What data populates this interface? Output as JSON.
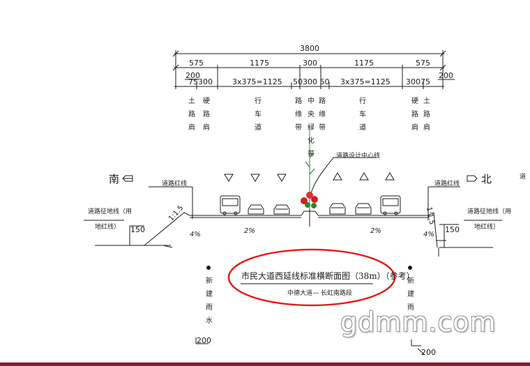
{
  "dimensions": {
    "total": "3800",
    "left_575": "575",
    "left_1175": "1175",
    "center_300": "300",
    "right_1175": "1175",
    "right_575": "575",
    "left_200": "200",
    "left_75_300": "75300",
    "left_lanes": "3x375=1125",
    "center_detail": "50300 50",
    "right_lanes": "3x375=1125",
    "right_300_75": "30075",
    "right_200": "200"
  },
  "vertical_labels": {
    "soil_shoulder_left": "土路肩",
    "hard_shoulder_left": "硬路肩",
    "lane_left": "行车道",
    "edge_strip_left": "路缘带",
    "median": "中央绿化带",
    "edge_strip_right": "路缘带",
    "lane_right": "行车道",
    "hard_shoulder_right": "硬路肩",
    "soil_shoulder_right": "土路肩"
  },
  "annotations": {
    "design_centerline": "道路设计中心线",
    "south": "南",
    "north": "北",
    "red_line_left": "道路红线",
    "red_line_right": "道路红线",
    "right_edge_partial": "道",
    "land_line_left_1": "道路征地线（用",
    "land_line_left_2": "地红线）",
    "land_line_right_1": "道路征地线（用",
    "land_line_right_2": "地红线）",
    "slope_left": "1:1.5",
    "slope_right": "1:1.5",
    "h150_left": "150",
    "h150_right": "150",
    "grade_left_shoulder": "4%",
    "grade_left_road": "2%",
    "grade_right_road": "2%",
    "grade_right_shoulder": "4%",
    "rain_left": "新建雨水",
    "rain_right": "新建雨",
    "pipe_left": "200",
    "pipe_right": "200"
  },
  "title": {
    "main": "市民大道西延线标准横断面图（38m）（参考）",
    "sub": "中德大道— 长虹南路段"
  },
  "watermark": "gdmm.com",
  "colors": {
    "line": "#1a1a1a",
    "red_highlight": "#e0201c",
    "tree_red": "#d42020",
    "tree_green": "#2a8a2a",
    "bottom_bar": "#8b1a2a"
  }
}
